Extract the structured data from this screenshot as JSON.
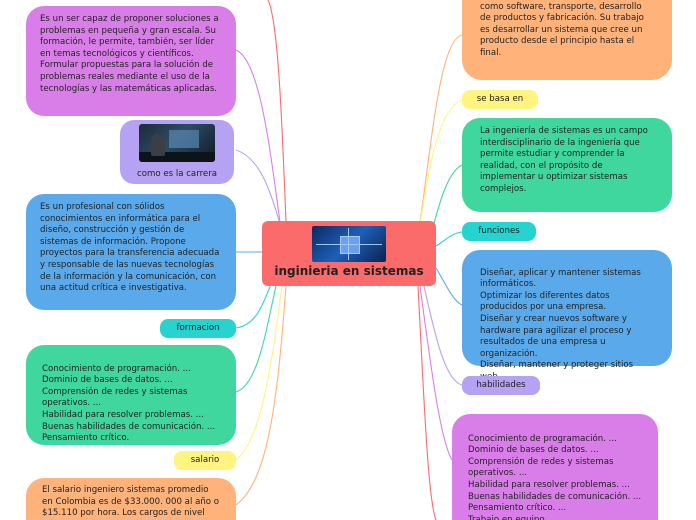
{
  "central": {
    "title": "inginieria en sistemas",
    "image": "circuit-board-image"
  },
  "left": {
    "definition_card": "Es un ser capaz de proponer soluciones a problemas en pequeña y gran escala. Su formación, le permite, también, ser líder en temas tecnológicos y científicos. Formular propuestas para la solución de problemas reales mediante el uso de la tecnologías y las matemáticas aplicadas.",
    "career_image_caption": "como es la carrera",
    "professional_card": "Es un profesional con sólidos conocimientos en informática para el diseño, construcción y gestión de sistemas de información. Propone proyectos para la transferencia adecuada y responsable de las nuevas tecnologías de la información y la comunicación, con una actitud crítica e investigativa.",
    "formacion_label": "formacion",
    "skills_card": "Conocimiento de programación. ...\nDominio de bases de datos. ...\nComprensión de redes y sistemas operativos. ...\nHabilidad para resolver problemas. ...\nBuenas habilidades de comunicación. ...\nPensamiento crítico.",
    "salario_label": "salario",
    "salary_card": " El salario ingeniero sistemas promedio en Colombia es de $33.000. 000 al año o $15.110 por hora. Los cargos de nivel"
  },
  "right": {
    "top_card": "sistema en una variedad de campos, como software, transporte, desarrollo de productos y fabricación. Su trabajo es desarrollar un sistema que cree un producto desde el principio hasta el final.",
    "se_basa_label": "se basa en",
    "field_card": "La ingeniería de sistemas es un campo interdisciplinario de la ingeniería que permite estudiar y comprender la realidad, con el propósito de implementar u optimizar sistemas complejos.",
    "funciones_label": "funciones",
    "functions_card": "Diseñar, aplicar y mantener sistemas informáticos.\nOptimizar los diferentes datos producidos por una empresa.\nDiseñar y crear nuevos software y hardware para agilizar el proceso y resultados de una empresa u organización.\nDiseñar, mantener y proteger sitios web.",
    "habilidades_label": "habilidades",
    "abilities_card": "Conocimiento de programación. ...\nDominio de bases de datos. ...\nComprensión de redes y sistemas operativos. ...\nHabilidad para resolver problemas. ...\nBuenas habilidades de comunicación. ...\nPensamiento crítico. ...\nTrabajo en equipo. ..."
  },
  "colors": {
    "center": "#fb6b6b",
    "purple": "#d97ee8",
    "blue": "#5aa9ea",
    "green": "#3fd79d",
    "orange": "#ffb37a",
    "cyan": "#26d3cf",
    "yellow": "#fff47f",
    "lavender": "#b6a2f2"
  }
}
